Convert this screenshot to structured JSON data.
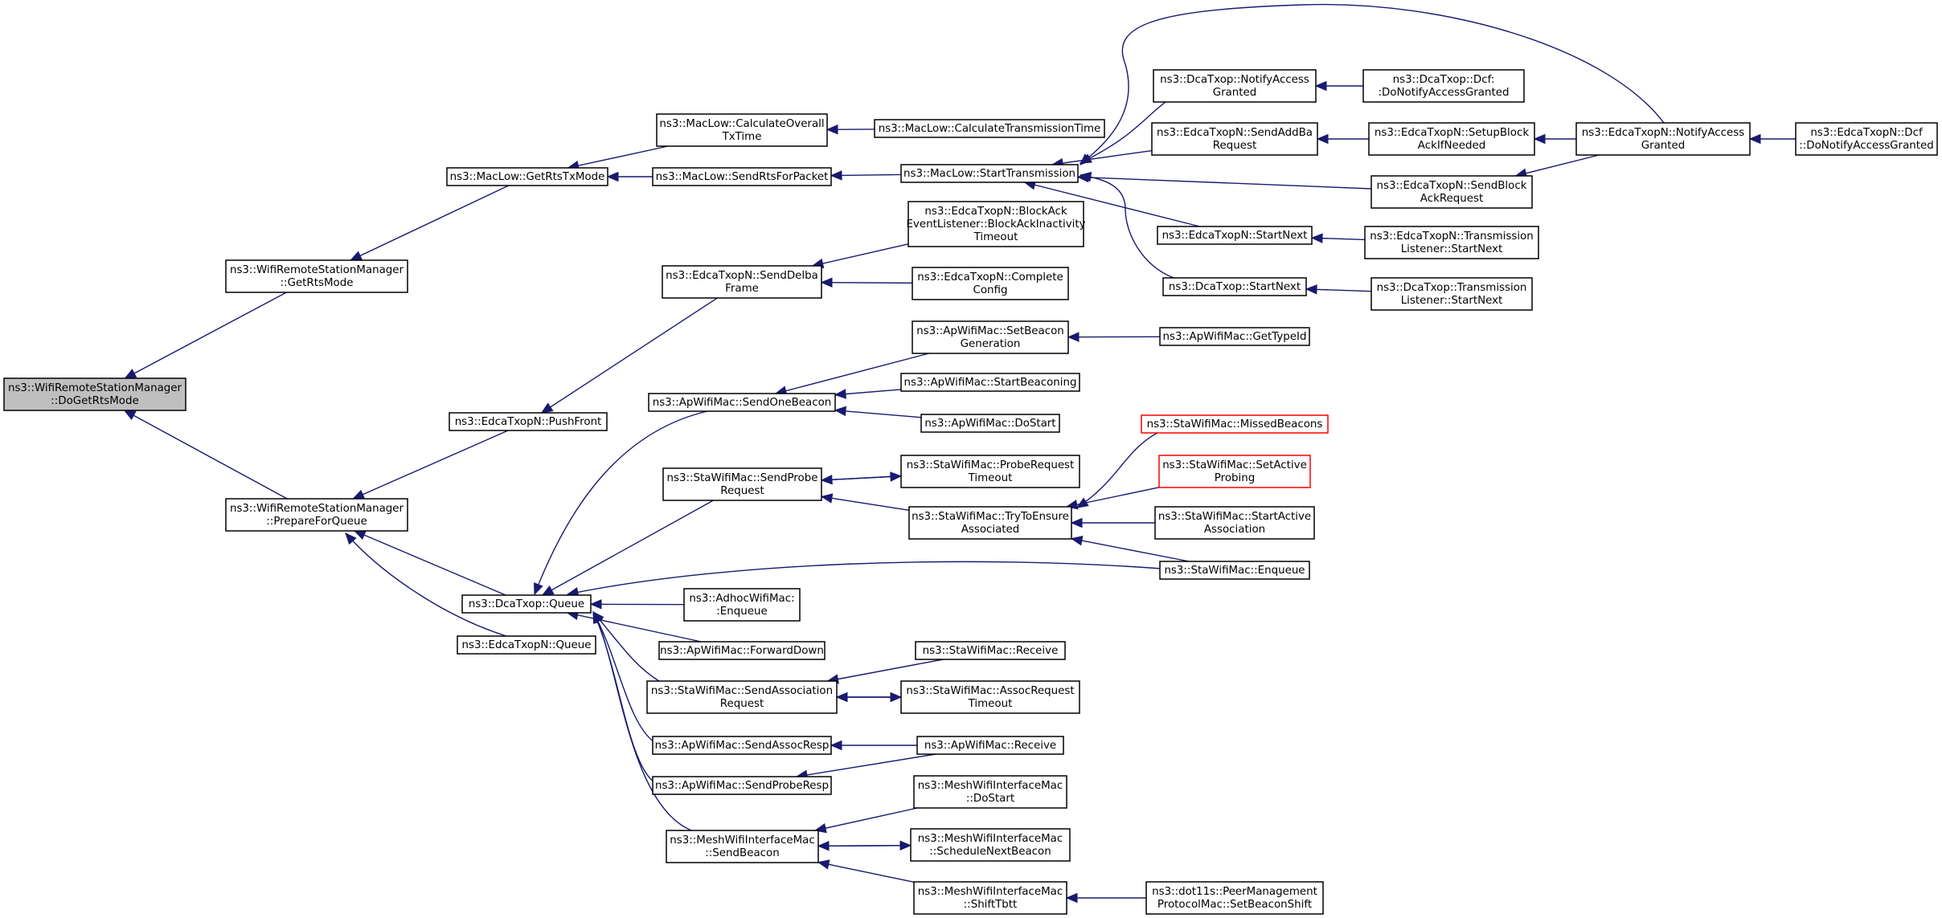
{
  "colors": {
    "edge": "#191970",
    "root_fill": "#bfbfbf",
    "truncated_border": "#ff0000",
    "border": "#000000",
    "background": "#ffffff"
  },
  "nodes": [
    {
      "id": "root",
      "lines": [
        "ns3::WifiRemoteStationManager",
        "::DoGetRtsMode"
      ],
      "root": true
    },
    {
      "id": "getRtsMode",
      "lines": [
        "ns3::WifiRemoteStationManager",
        "::GetRtsMode"
      ]
    },
    {
      "id": "prepareForQueue",
      "lines": [
        "ns3::WifiRemoteStationManager",
        "::PrepareForQueue"
      ]
    },
    {
      "id": "getRtsTxMode",
      "lines": [
        "ns3::MacLow::GetRtsTxMode"
      ]
    },
    {
      "id": "pushFront",
      "lines": [
        "ns3::EdcaTxopN::PushFront"
      ]
    },
    {
      "id": "dcaQueue",
      "lines": [
        "ns3::DcaTxop::Queue"
      ]
    },
    {
      "id": "edcaQueue",
      "lines": [
        "ns3::EdcaTxopN::Queue"
      ]
    },
    {
      "id": "calcOverall",
      "lines": [
        "ns3::MacLow::CalculateOverall",
        "TxTime"
      ]
    },
    {
      "id": "sendRts",
      "lines": [
        "ns3::MacLow::SendRtsForPacket"
      ]
    },
    {
      "id": "sendDelba",
      "lines": [
        "ns3::EdcaTxopN::SendDelba",
        "Frame"
      ]
    },
    {
      "id": "sendOneBeacon",
      "lines": [
        "ns3::ApWifiMac::SendOneBeacon"
      ]
    },
    {
      "id": "sendProbeReq",
      "lines": [
        "ns3::StaWifiMac::SendProbe",
        "Request"
      ]
    },
    {
      "id": "adhocEnqueue",
      "lines": [
        "ns3::AdhocWifiMac:",
        ":Enqueue"
      ]
    },
    {
      "id": "forwardDown",
      "lines": [
        "ns3::ApWifiMac::ForwardDown"
      ]
    },
    {
      "id": "sendAssocReq",
      "lines": [
        "ns3::StaWifiMac::SendAssociation",
        "Request"
      ]
    },
    {
      "id": "sendAssocResp",
      "lines": [
        "ns3::ApWifiMac::SendAssocResp"
      ]
    },
    {
      "id": "sendProbeResp",
      "lines": [
        "ns3::ApWifiMac::SendProbeResp"
      ]
    },
    {
      "id": "meshSendBeacon",
      "lines": [
        "ns3::MeshWifiInterfaceMac",
        "::SendBeacon"
      ]
    },
    {
      "id": "calcTransTime",
      "lines": [
        "ns3::MacLow::CalculateTransmissionTime"
      ]
    },
    {
      "id": "startTrans",
      "lines": [
        "ns3::MacLow::StartTransmission"
      ]
    },
    {
      "id": "blockAckTimeout",
      "lines": [
        "ns3::EdcaTxopN::BlockAck",
        "EventListener::BlockAckInactivity",
        "Timeout"
      ]
    },
    {
      "id": "completeConfig",
      "lines": [
        "ns3::EdcaTxopN::Complete",
        "Config"
      ]
    },
    {
      "id": "setBeaconGen",
      "lines": [
        "ns3::ApWifiMac::SetBeacon",
        "Generation"
      ]
    },
    {
      "id": "startBeaconing",
      "lines": [
        "ns3::ApWifiMac::StartBeaconing"
      ]
    },
    {
      "id": "apDoStart",
      "lines": [
        "ns3::ApWifiMac::DoStart"
      ]
    },
    {
      "id": "probeReqTimeout",
      "lines": [
        "ns3::StaWifiMac::ProbeRequest",
        "Timeout"
      ]
    },
    {
      "id": "tryEnsure",
      "lines": [
        "ns3::StaWifiMac::TryToEnsure",
        "Associated"
      ]
    },
    {
      "id": "staReceive",
      "lines": [
        "ns3::StaWifiMac::Receive"
      ]
    },
    {
      "id": "assocReqTimeout",
      "lines": [
        "ns3::StaWifiMac::AssocRequest",
        "Timeout"
      ]
    },
    {
      "id": "apReceive",
      "lines": [
        "ns3::ApWifiMac::Receive"
      ]
    },
    {
      "id": "meshDoStart",
      "lines": [
        "ns3::MeshWifiInterfaceMac",
        "::DoStart"
      ]
    },
    {
      "id": "meshSchedule",
      "lines": [
        "ns3::MeshWifiInterfaceMac",
        "::ScheduleNextBeacon"
      ]
    },
    {
      "id": "meshShift",
      "lines": [
        "ns3::MeshWifiInterfaceMac",
        "::ShiftTbtt"
      ]
    },
    {
      "id": "dcaNotify",
      "lines": [
        "ns3::DcaTxop::NotifyAccess",
        "Granted"
      ]
    },
    {
      "id": "sendAddBa",
      "lines": [
        "ns3::EdcaTxopN::SendAddBa",
        "Request"
      ]
    },
    {
      "id": "edcaStartNext",
      "lines": [
        "ns3::EdcaTxopN::StartNext"
      ]
    },
    {
      "id": "dcaStartNext",
      "lines": [
        "ns3::DcaTxop::StartNext"
      ]
    },
    {
      "id": "getTypeId",
      "lines": [
        "ns3::ApWifiMac::GetTypeId"
      ]
    },
    {
      "id": "missedBeacons",
      "lines": [
        "ns3::StaWifiMac::MissedBeacons"
      ],
      "truncated": true
    },
    {
      "id": "setActiveProbing",
      "lines": [
        "ns3::StaWifiMac::SetActive",
        "Probing"
      ],
      "truncated": true
    },
    {
      "id": "startActiveAssoc",
      "lines": [
        "ns3::StaWifiMac::StartActive",
        "Association"
      ]
    },
    {
      "id": "staEnqueue",
      "lines": [
        "ns3::StaWifiMac::Enqueue"
      ]
    },
    {
      "id": "peerMgmt",
      "lines": [
        "ns3::dot11s::PeerManagement",
        "ProtocolMac::SetBeaconShift"
      ]
    },
    {
      "id": "dcfDoNotify",
      "lines": [
        "ns3::DcaTxop::Dcf:",
        ":DoNotifyAccessGranted"
      ]
    },
    {
      "id": "setupBlockAck",
      "lines": [
        "ns3::EdcaTxopN::SetupBlock",
        "AckIfNeeded"
      ]
    },
    {
      "id": "sendBlockAckReq",
      "lines": [
        "ns3::EdcaTxopN::SendBlock",
        "AckRequest"
      ]
    },
    {
      "id": "edcaTransListener",
      "lines": [
        "ns3::EdcaTxopN::Transmission",
        "Listener::StartNext"
      ]
    },
    {
      "id": "dcaTransListener",
      "lines": [
        "ns3::DcaTxop::Transmission",
        "Listener::StartNext"
      ]
    },
    {
      "id": "edcaNotify",
      "lines": [
        "ns3::EdcaTxopN::NotifyAccess",
        "Granted"
      ]
    },
    {
      "id": "edcaDcfDoNotify",
      "lines": [
        "ns3::EdcaTxopN::Dcf",
        "::DoNotifyAccessGranted"
      ]
    }
  ],
  "edges": [
    {
      "from": "getRtsMode",
      "to": "root"
    },
    {
      "from": "prepareForQueue",
      "to": "root"
    },
    {
      "from": "getRtsTxMode",
      "to": "getRtsMode"
    },
    {
      "from": "pushFront",
      "to": "prepareForQueue"
    },
    {
      "from": "dcaQueue",
      "to": "prepareForQueue"
    },
    {
      "from": "edcaQueue",
      "to": "prepareForQueue"
    },
    {
      "from": "calcOverall",
      "to": "getRtsTxMode"
    },
    {
      "from": "sendRts",
      "to": "getRtsTxMode"
    },
    {
      "from": "sendDelba",
      "to": "pushFront"
    },
    {
      "from": "sendOneBeacon",
      "to": "dcaQueue"
    },
    {
      "from": "sendProbeReq",
      "to": "dcaQueue"
    },
    {
      "from": "staEnqueue",
      "to": "dcaQueue"
    },
    {
      "from": "adhocEnqueue",
      "to": "dcaQueue"
    },
    {
      "from": "forwardDown",
      "to": "dcaQueue"
    },
    {
      "from": "sendAssocReq",
      "to": "dcaQueue"
    },
    {
      "from": "sendAssocResp",
      "to": "dcaQueue"
    },
    {
      "from": "sendProbeResp",
      "to": "dcaQueue"
    },
    {
      "from": "meshSendBeacon",
      "to": "dcaQueue"
    },
    {
      "from": "calcTransTime",
      "to": "calcOverall"
    },
    {
      "from": "startTrans",
      "to": "sendRts"
    },
    {
      "from": "blockAckTimeout",
      "to": "sendDelba"
    },
    {
      "from": "completeConfig",
      "to": "sendDelba"
    },
    {
      "from": "setBeaconGen",
      "to": "sendOneBeacon"
    },
    {
      "from": "startBeaconing",
      "to": "sendOneBeacon"
    },
    {
      "from": "apDoStart",
      "to": "sendOneBeacon"
    },
    {
      "from": "probeReqTimeout",
      "to": "sendProbeReq"
    },
    {
      "from": "tryEnsure",
      "to": "sendProbeReq"
    },
    {
      "from": "staReceive",
      "to": "sendAssocReq"
    },
    {
      "from": "assocReqTimeout",
      "to": "sendAssocReq"
    },
    {
      "from": "apReceive",
      "to": "sendAssocResp"
    },
    {
      "from": "apReceive",
      "to": "sendProbeResp"
    },
    {
      "from": "meshDoStart",
      "to": "meshSendBeacon"
    },
    {
      "from": "meshSchedule",
      "to": "meshSendBeacon"
    },
    {
      "from": "meshShift",
      "to": "meshSendBeacon"
    },
    {
      "from": "dcaNotify",
      "to": "startTrans"
    },
    {
      "from": "sendAddBa",
      "to": "startTrans"
    },
    {
      "from": "sendBlockAckReq",
      "to": "startTrans"
    },
    {
      "from": "edcaStartNext",
      "to": "startTrans"
    },
    {
      "from": "dcaStartNext",
      "to": "startTrans"
    },
    {
      "from": "edcaNotify",
      "to": "startTrans"
    },
    {
      "from": "getTypeId",
      "to": "setBeaconGen"
    },
    {
      "from": "missedBeacons",
      "to": "tryEnsure"
    },
    {
      "from": "setActiveProbing",
      "to": "tryEnsure"
    },
    {
      "from": "startActiveAssoc",
      "to": "tryEnsure"
    },
    {
      "from": "staEnqueue",
      "to": "tryEnsure"
    },
    {
      "from": "sendProbeReq",
      "to": "probeReqTimeout"
    },
    {
      "from": "sendAssocReq",
      "to": "assocReqTimeout"
    },
    {
      "from": "meshSendBeacon",
      "to": "meshSchedule"
    },
    {
      "from": "peerMgmt",
      "to": "meshShift"
    },
    {
      "from": "dcfDoNotify",
      "to": "dcaNotify"
    },
    {
      "from": "setupBlockAck",
      "to": "sendAddBa"
    },
    {
      "from": "edcaNotify",
      "to": "setupBlockAck"
    },
    {
      "from": "edcaNotify",
      "to": "sendBlockAckReq"
    },
    {
      "from": "edcaTransListener",
      "to": "edcaStartNext"
    },
    {
      "from": "dcaTransListener",
      "to": "dcaStartNext"
    },
    {
      "from": "edcaDcfDoNotify",
      "to": "edcaNotify"
    }
  ]
}
